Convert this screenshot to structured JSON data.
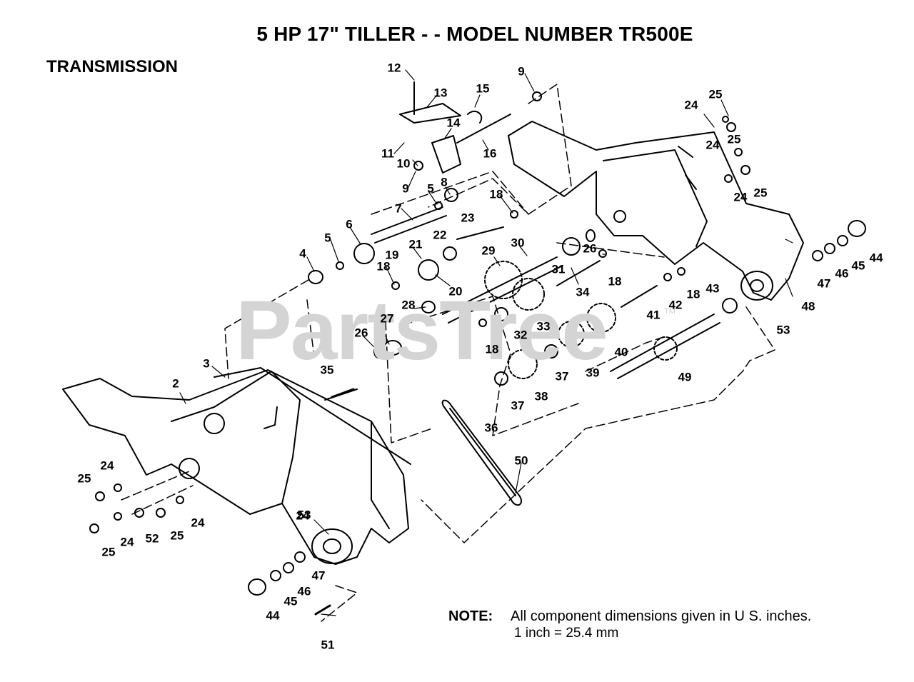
{
  "title": "5 HP 17\" TILLER - - MODEL NUMBER TR500E",
  "section": "TRANSMISSION",
  "note": {
    "label": "NOTE:",
    "line1": "All component dimensions given in U S. inches.",
    "line2": "1 inch = 25.4 mm"
  },
  "watermark": "PartsTree",
  "watermark_tm": "TM",
  "callouts": [
    "12",
    "13",
    "15",
    "9",
    "24",
    "25",
    "25",
    "24",
    "24",
    "25",
    "11",
    "10",
    "14",
    "16",
    "9",
    "5",
    "8",
    "18",
    "7",
    "23",
    "5",
    "6",
    "4",
    "21",
    "22",
    "19",
    "18",
    "20",
    "30",
    "29",
    "26",
    "31",
    "18",
    "34",
    "18",
    "42",
    "43",
    "47",
    "46",
    "45",
    "44",
    "48",
    "53",
    "41",
    "28",
    "27",
    "26",
    "32",
    "18",
    "33",
    "40",
    "37",
    "39",
    "49",
    "38",
    "37",
    "36",
    "35",
    "3",
    "2",
    "50",
    "24",
    "25",
    "24",
    "24",
    "52",
    "25",
    "24",
    "25",
    "53",
    "47",
    "46",
    "45",
    "44",
    "51"
  ],
  "colors": {
    "ink": "#000000",
    "watermark": "#d4d4d4"
  }
}
